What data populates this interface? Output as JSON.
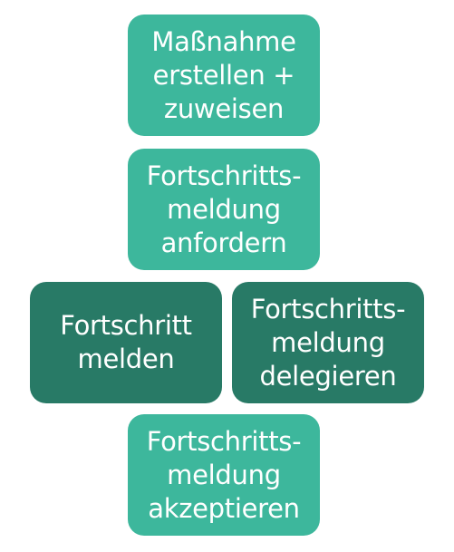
{
  "diagram": {
    "colors": {
      "primary_step": "#3db79c",
      "parallel_step": "#287a66",
      "text": "#ffffff"
    },
    "steps": [
      {
        "lines": [
          "Maßnahme",
          "erstellen +",
          "zuweisen"
        ]
      },
      {
        "lines": [
          "Fortschritts-",
          "meldung",
          "anfordern"
        ]
      },
      {
        "lines": [
          "Fortschritt",
          "melden"
        ]
      },
      {
        "lines": [
          "Fortschritts-",
          "meldung",
          "delegieren"
        ]
      },
      {
        "lines": [
          "Fortschritts-",
          "meldung",
          "akzeptieren"
        ]
      }
    ]
  }
}
